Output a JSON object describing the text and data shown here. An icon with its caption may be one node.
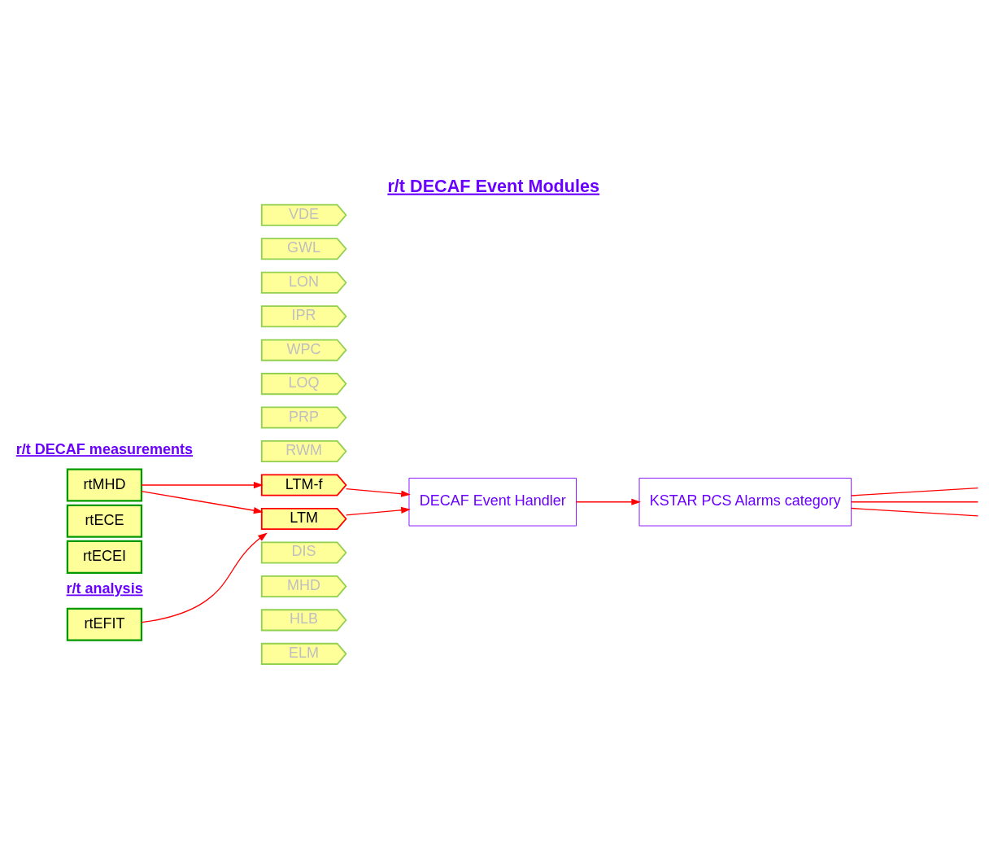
{
  "diagram": {
    "title": "r/t DECAF Event Modules",
    "nodes": [
      {
        "text": [
          "rtMHD"
        ]
      },
      {
        "text": [
          "rtECE"
        ]
      },
      {
        "text": [
          "rtECEI"
        ]
      },
      {
        "text": [
          "rtEFIT"
        ]
      },
      {
        "text": [
          "VDE"
        ]
      },
      {
        "text": [
          "GWL"
        ]
      },
      {
        "text": [
          "LON"
        ]
      },
      {
        "text": [
          "IPR"
        ]
      },
      {
        "text": [
          "WPC"
        ]
      },
      {
        "text": [
          "LOQ"
        ]
      },
      {
        "text": [
          "PRP"
        ]
      },
      {
        "text": [
          "RWM"
        ]
      },
      {
        "text": [
          "LTM-f"
        ]
      },
      {
        "text": [
          "LTM"
        ]
      },
      {
        "text": [
          "DIS"
        ]
      },
      {
        "text": [
          "MHD"
        ]
      },
      {
        "text": [
          "HLB"
        ]
      },
      {
        "text": [
          "ELM"
        ]
      },
      {
        "text": [
          "DECAF Event Handler"
        ]
      },
      {
        "text": [
          "KSTAR PCS Alarms category"
        ]
      }
    ],
    "edges": [
      {
        "from": 0,
        "to": 12,
        "arrow": "to"
      },
      {
        "from": 0,
        "to": 13,
        "arrow": "to"
      },
      {
        "from": 3,
        "to": 13,
        "arrow": "to"
      },
      {
        "from": 12,
        "to": 18,
        "arrow": "to"
      },
      {
        "from": 13,
        "to": 18,
        "arrow": "to"
      },
      {
        "from": 18,
        "to": 19,
        "arrow": "to"
      },
      {
        "from": 19,
        "to": null,
        "arrow": "none"
      },
      {
        "from": 19,
        "to": null,
        "arrow": "none"
      },
      {
        "from": 19,
        "to": null,
        "arrow": "none"
      }
    ],
    "labels": [
      "r/t DECAF measurements",
      "r/t analysis"
    ]
  }
}
